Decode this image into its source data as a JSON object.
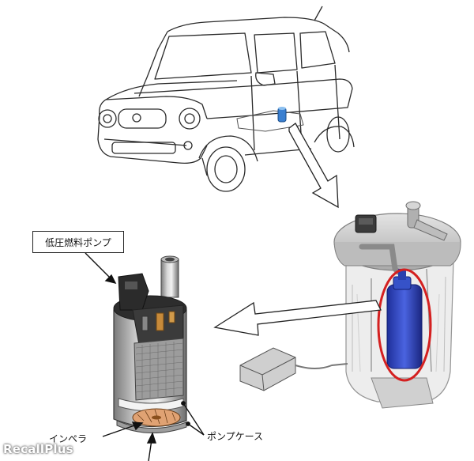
{
  "labels": {
    "pump_name": "低圧燃料ポンプ",
    "impeller": "インペラ",
    "pump_case": "ポンプケース"
  },
  "watermark": "RecallPlus"
}
